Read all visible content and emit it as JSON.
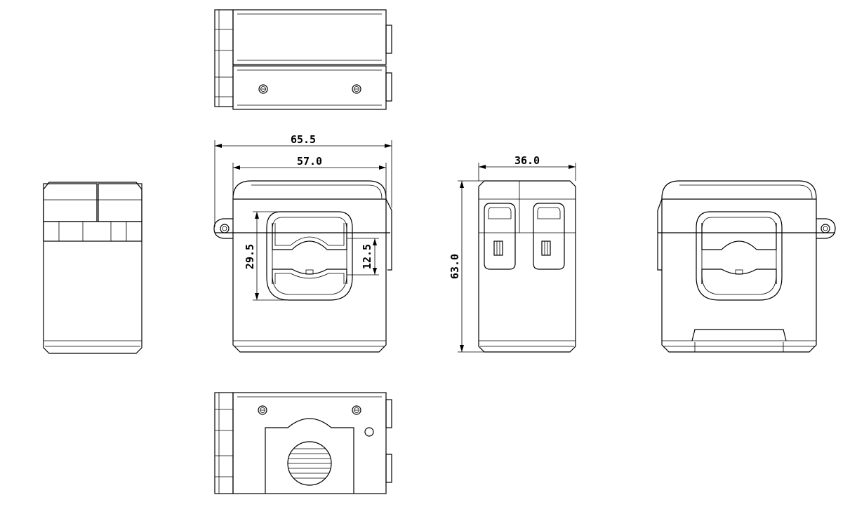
{
  "drawing": {
    "dimensions": {
      "overall_width": "65.5",
      "body_width": "57.0",
      "window_height": "29.5",
      "slot_height": "12.5",
      "depth": "36.0",
      "height": "63.0"
    }
  },
  "colors": {
    "line": "#000000",
    "background": "#ffffff"
  }
}
